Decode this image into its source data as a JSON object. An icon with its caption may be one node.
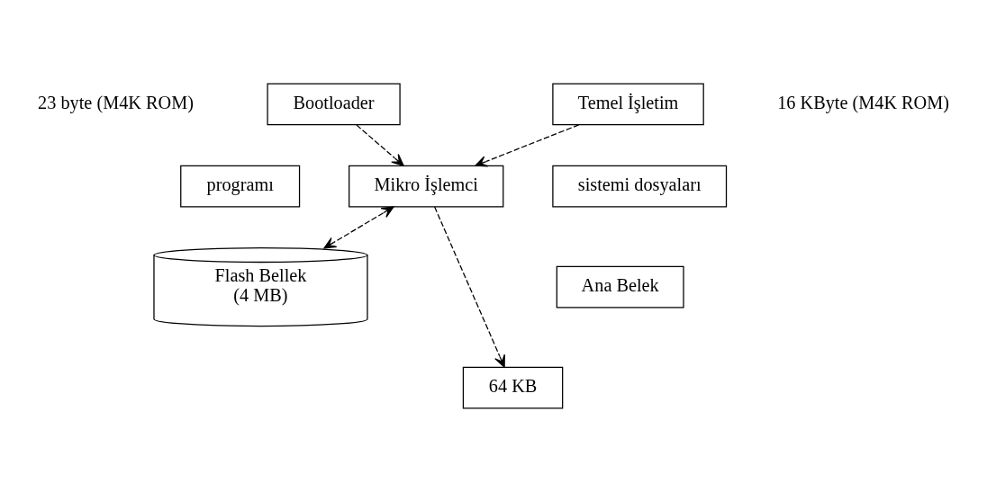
{
  "diagram": {
    "nodes": [
      {
        "text": [
          "Mikro İşlemci"
        ]
      },
      {
        "text": [
          "Bootloader"
        ]
      },
      {
        "text": [
          "programı"
        ]
      },
      {
        "text": [
          "Temel İşletim"
        ]
      },
      {
        "text": [
          "sistemi dosyaları"
        ]
      },
      {
        "text": [
          "Flash Bellek",
          "(4 MB)"
        ]
      },
      {
        "text": [
          "Ana Belek"
        ]
      },
      {
        "text": [
          "64 KB"
        ]
      }
    ],
    "edges": [
      {
        "from": 1,
        "to": 0,
        "arrow": "to",
        "style": "dashed"
      },
      {
        "from": 3,
        "to": 0,
        "arrow": "to",
        "style": "dashed"
      },
      {
        "from": 0,
        "to": 5,
        "arrow": "both",
        "style": "dashed"
      },
      {
        "from": 0,
        "to": 7,
        "arrow": "to",
        "style": "dashed"
      }
    ],
    "labels": [
      "23 byte (M4K ROM)",
      "16 KByte (M4K ROM)"
    ]
  }
}
